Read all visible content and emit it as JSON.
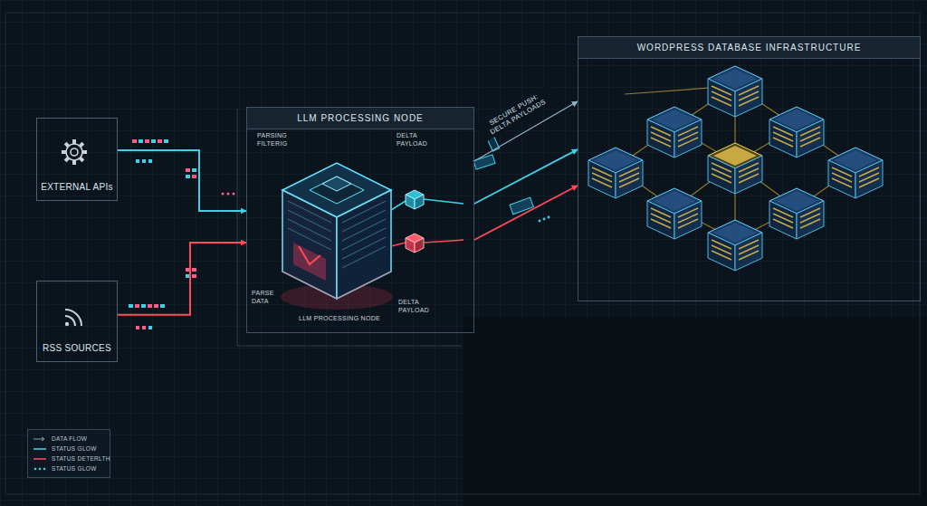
{
  "diagram": {
    "nodes": [
      {
        "text": [
          "EXTERNAL APIs"
        ]
      },
      {
        "text": [
          "RSS SOURCES"
        ]
      },
      {
        "text": [
          "LLM PROCESSING NODE"
        ]
      },
      {
        "text": [
          "WORDPRESS DATABASE INFRASTRUCTURE"
        ]
      }
    ],
    "edges": [
      {
        "from": 0,
        "to": 2,
        "arrow": "to"
      },
      {
        "from": 1,
        "to": 2,
        "arrow": "to"
      },
      {
        "from": 2,
        "to": 3,
        "label": "SECURE PUSH: DELTA PAYLOADS",
        "arrow": "to"
      },
      {
        "from": 2,
        "to": 3,
        "arrow": "to"
      },
      {
        "from": 2,
        "to": 3,
        "arrow": "to"
      }
    ],
    "labels": [
      "PARSING FILTERIG",
      "DELTA PAYLOAD",
      "PARSE DATA",
      "DELTA PAYLOAD",
      "LLM PROCESSING NODE"
    ],
    "legend": [
      {
        "text": "DATA FLOW"
      },
      {
        "text": "STATUS GLOW"
      },
      {
        "text": "STATUS DETERLTH"
      },
      {
        "text": "STATUS GLOW"
      }
    ]
  }
}
